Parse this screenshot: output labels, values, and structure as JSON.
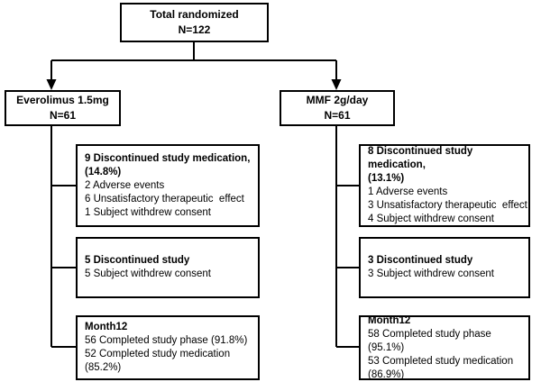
{
  "diagram": {
    "title_node": {
      "line1": "Total randomized",
      "line2": "N=122"
    },
    "arms": [
      {
        "name": "everolimus",
        "line1": "Everolimus 1.5mg",
        "line2": "N=61",
        "discontinued_medication": {
          "heading": "9 Discontinued study medication,",
          "heading2": "(14.8%)",
          "reasons": [
            "2 Adverse events",
            "6 Unsatisfactory therapeutic  effect",
            "1 Subject withdrew consent"
          ]
        },
        "discontinued_study": {
          "heading": "5 Discontinued study",
          "reasons": [
            "5 Subject withdrew consent"
          ]
        },
        "completion": {
          "heading": "Month12",
          "lines": [
            "56 Completed study phase (91.8%)",
            "52 Completed study medication",
            "(85.2%)"
          ]
        }
      },
      {
        "name": "mmf",
        "line1": "MMF 2g/day",
        "line2": "N=61",
        "discontinued_medication": {
          "heading": "8 Discontinued study medication,",
          "heading2": "(13.1%)",
          "reasons": [
            "1 Adverse events",
            "3 Unsatisfactory therapeutic  effect",
            "4 Subject withdrew consent"
          ]
        },
        "discontinued_study": {
          "heading": "3 Discontinued study",
          "reasons": [
            "3 Subject withdrew consent"
          ]
        },
        "completion": {
          "heading": "Month12",
          "lines": [
            "58 Completed study phase (95.1%)",
            "53 Completed study medication",
            "(86.9%)"
          ]
        }
      }
    ],
    "colors": {
      "stroke": "#000000",
      "fill": "#ffffff",
      "text": "#000000"
    }
  }
}
